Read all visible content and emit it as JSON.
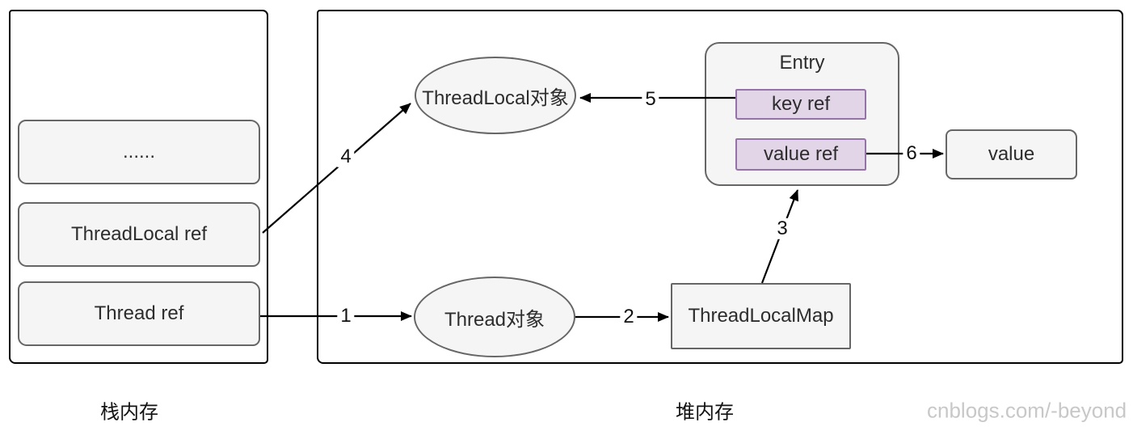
{
  "stack": {
    "title": "栈内存",
    "items": [
      {
        "id": "ellipsis-slot",
        "label": "......"
      },
      {
        "id": "threadlocal-ref",
        "label": "ThreadLocal ref"
      },
      {
        "id": "thread-ref",
        "label": "Thread ref"
      }
    ]
  },
  "heap": {
    "title": "堆内存",
    "threadlocal_object": {
      "label": "ThreadLocal对象"
    },
    "thread_object": {
      "label": "Thread对象"
    },
    "threadlocalmap": {
      "label": "ThreadLocalMap"
    },
    "entry": {
      "title": "Entry",
      "key_ref": "key ref",
      "value_ref": "value ref"
    },
    "value": {
      "label": "value"
    }
  },
  "arrows": [
    {
      "label": "1",
      "from": "Thread ref",
      "to": "Thread对象"
    },
    {
      "label": "2",
      "from": "Thread对象",
      "to": "ThreadLocalMap"
    },
    {
      "label": "3",
      "from": "ThreadLocalMap",
      "to": "Entry"
    },
    {
      "label": "4",
      "from": "ThreadLocal ref",
      "to": "ThreadLocal对象"
    },
    {
      "label": "5",
      "from": "key ref",
      "to": "ThreadLocal对象"
    },
    {
      "label": "6",
      "from": "value ref",
      "to": "value"
    }
  ],
  "watermark": "cnblogs.com/-beyond",
  "colors": {
    "node_fill": "#f5f5f5",
    "node_border": "#666666",
    "ref_fill": "#e1d5e7",
    "ref_border": "#9673a6",
    "outline": "#000000",
    "arrow": "#000000",
    "watermark_text": "#c8c8c8"
  }
}
